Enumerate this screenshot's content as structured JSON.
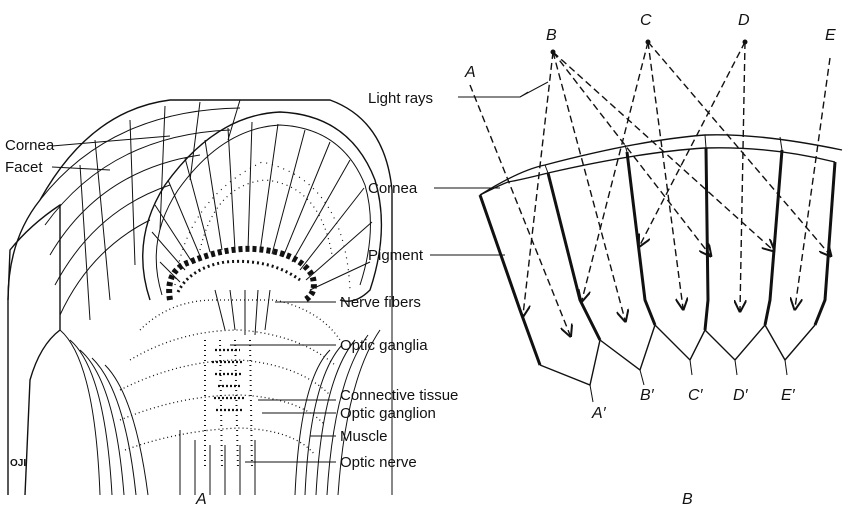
{
  "part_a": {
    "caption": "A",
    "initials": "OJI",
    "labels": {
      "cornea": "Cornea",
      "facet": "Facet",
      "nerve_fibers": "Nerve fibers",
      "optic_ganglia": "Optic ganglia",
      "connective_tissue": "Connective tissue",
      "optic_ganglion": "Optic ganglion",
      "muscle": "Muscle",
      "optic_nerve": "Optic nerve"
    }
  },
  "part_b": {
    "caption": "B",
    "labels": {
      "light_rays": "Light rays",
      "cornea": "Cornea",
      "pigment": "Pigment"
    },
    "ray_sources": [
      "A",
      "B",
      "C",
      "D",
      "E"
    ],
    "image_points": [
      "A′",
      "B′",
      "C′",
      "D′",
      "E′"
    ]
  },
  "colors": {
    "ink": "#111111",
    "background": "#ffffff"
  }
}
